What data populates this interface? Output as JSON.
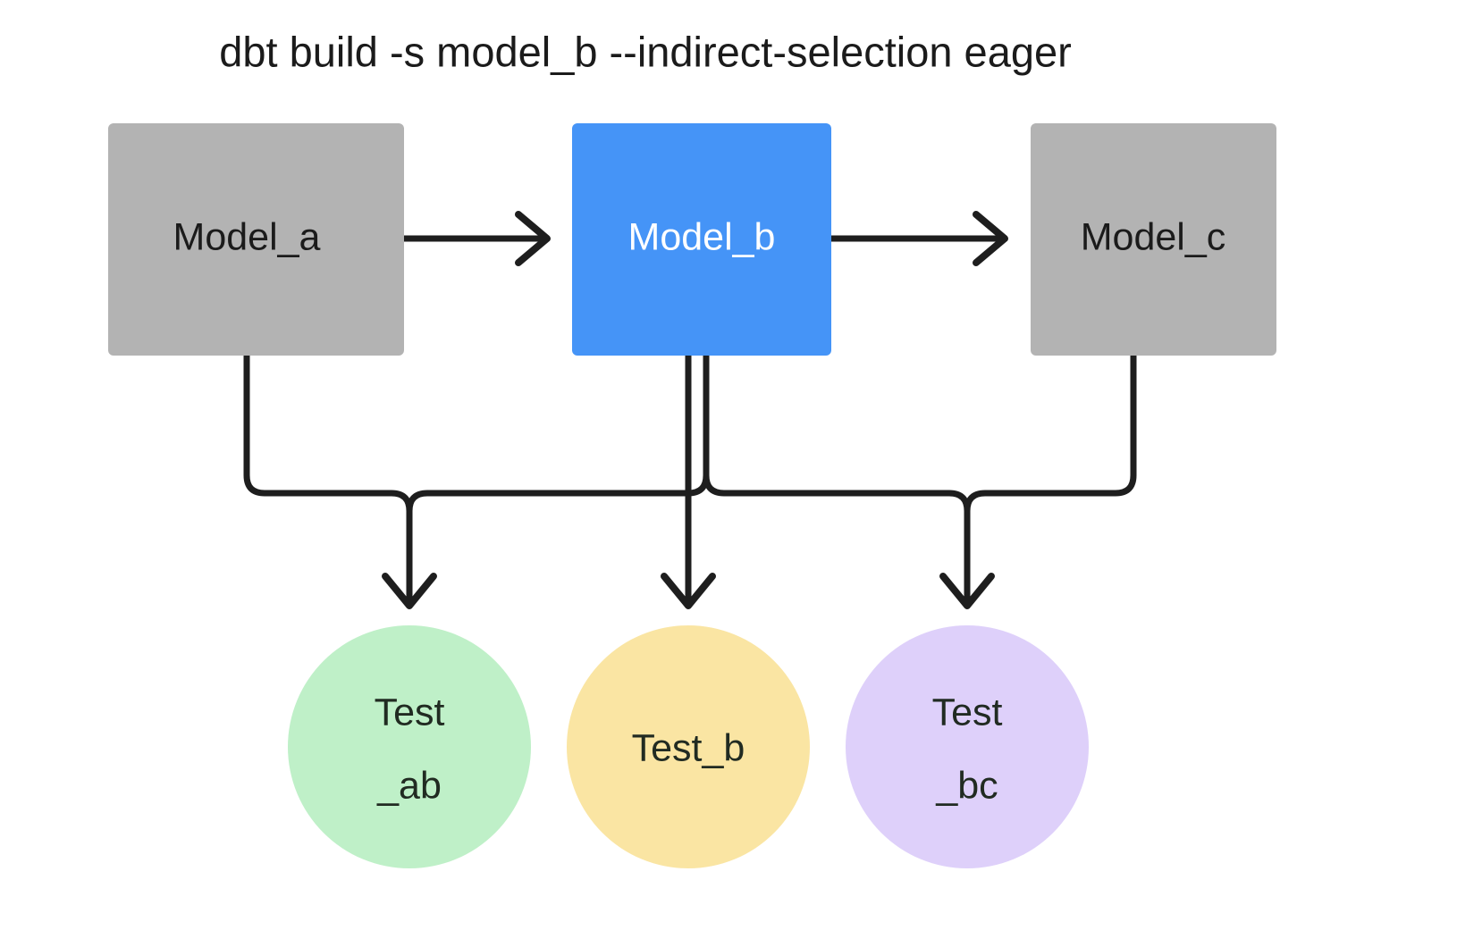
{
  "diagram": {
    "title": "dbt build -s model_b --indirect-selection eager",
    "background_color": "#ffffff",
    "edge_color": "#1e1e1e",
    "models": [
      {
        "id": "model_a",
        "label": "Model_a",
        "shape": "rectangle",
        "fill": "#b3b3b3",
        "text_color": "#1b1b1b",
        "selected": false
      },
      {
        "id": "model_b",
        "label": "Model_b",
        "shape": "rectangle",
        "fill": "#4594f7",
        "text_color": "#ffffff",
        "selected": true
      },
      {
        "id": "model_c",
        "label": "Model_c",
        "shape": "rectangle",
        "fill": "#b3b3b3",
        "text_color": "#1b1b1b",
        "selected": false
      }
    ],
    "tests": [
      {
        "id": "test_ab",
        "label_line_1": "Test",
        "label_line_2": "_ab",
        "shape": "circle",
        "fill": "#bff0c8",
        "text_color": "#212b22"
      },
      {
        "id": "test_b",
        "label_line_1": "Test_b",
        "label_line_2": "",
        "shape": "circle",
        "fill": "#fae5a3",
        "text_color": "#212b22"
      },
      {
        "id": "test_bc",
        "label_line_1": "Test",
        "label_line_2": "_bc",
        "shape": "circle",
        "fill": "#ded0fa",
        "text_color": "#212b22"
      }
    ],
    "edges": [
      {
        "id": "a-to-b",
        "from": "model_a",
        "to": "model_b",
        "kind": "model-to-model"
      },
      {
        "id": "b-to-c",
        "from": "model_b",
        "to": "model_c",
        "kind": "model-to-model"
      },
      {
        "id": "a-to-test-ab",
        "from": "model_a",
        "to": "test_ab",
        "kind": "model-to-test"
      },
      {
        "id": "b-to-test-ab",
        "from": "model_b",
        "to": "test_ab",
        "kind": "model-to-test"
      },
      {
        "id": "b-to-test-b",
        "from": "model_b",
        "to": "test_b",
        "kind": "model-to-test"
      },
      {
        "id": "b-to-test-bc",
        "from": "model_b",
        "to": "test_bc",
        "kind": "model-to-test"
      },
      {
        "id": "c-to-test-bc",
        "from": "model_c",
        "to": "test_bc",
        "kind": "model-to-test"
      }
    ]
  }
}
